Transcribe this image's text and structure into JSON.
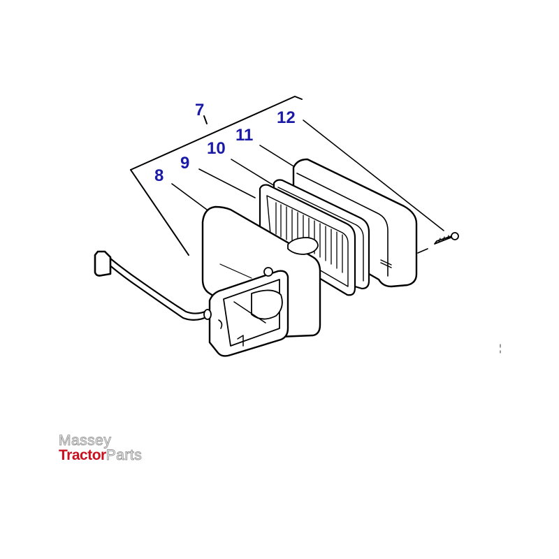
{
  "diagram": {
    "type": "exploded-parts-diagram",
    "subject": "Rectangular work lamp assembly",
    "line_color": "#000000",
    "callout_color": "#1a1aa6",
    "callouts": [
      {
        "label": "7",
        "part": "lamp assembly (bracket group)"
      },
      {
        "label": "8",
        "part": "lamp body / housing"
      },
      {
        "label": "9",
        "part": "gasket / bulb"
      },
      {
        "label": "10",
        "part": "lens frame seal"
      },
      {
        "label": "11",
        "part": "lens / cover"
      },
      {
        "label": "12",
        "part": "screw"
      }
    ]
  },
  "logo": {
    "line1": "Massey",
    "line2_red": "Tractor",
    "line2_grey": "Parts",
    "red": "#c8101e",
    "grey": "#9a9a9a"
  }
}
